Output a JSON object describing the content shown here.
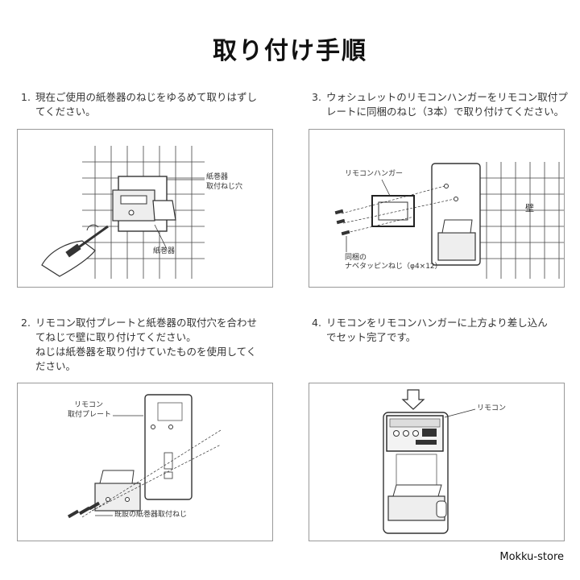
{
  "title": "取り付け手順",
  "steps": [
    {
      "num": "1.",
      "lines": [
        "現在ご使用の紙巻器のねじをゆるめて取りはずし",
        "てください。"
      ],
      "labels": [
        "紙巻器",
        "取付ねじ穴",
        "紙巻器"
      ]
    },
    {
      "num": "2.",
      "lines": [
        "リモコン取付プレートと紙巻器の取付穴を合わせ",
        "てねじで壁に取り付けてください。",
        "ねじは紙巻器を取り付けていたものを使用してく",
        "ださい。"
      ],
      "labels": [
        "リモコン",
        "取付プレート",
        "既設の紙巻器取付ねじ"
      ]
    },
    {
      "num": "3.",
      "lines": [
        "ウォシュレットのリモコンハンガーをリモコン取付プ",
        "レートに同梱のねじ（3本）で取り付けてください。"
      ],
      "labels": [
        "リモコンハンガー",
        "壁",
        "同梱の",
        "ナベタッピンねじ（φ4×12）"
      ]
    },
    {
      "num": "4.",
      "lines": [
        "リモコンをリモコンハンガーに上方より差し込ん",
        "でセット完了です。"
      ],
      "labels": [
        "リモコン"
      ]
    }
  ],
  "footer": "Mokku-store"
}
